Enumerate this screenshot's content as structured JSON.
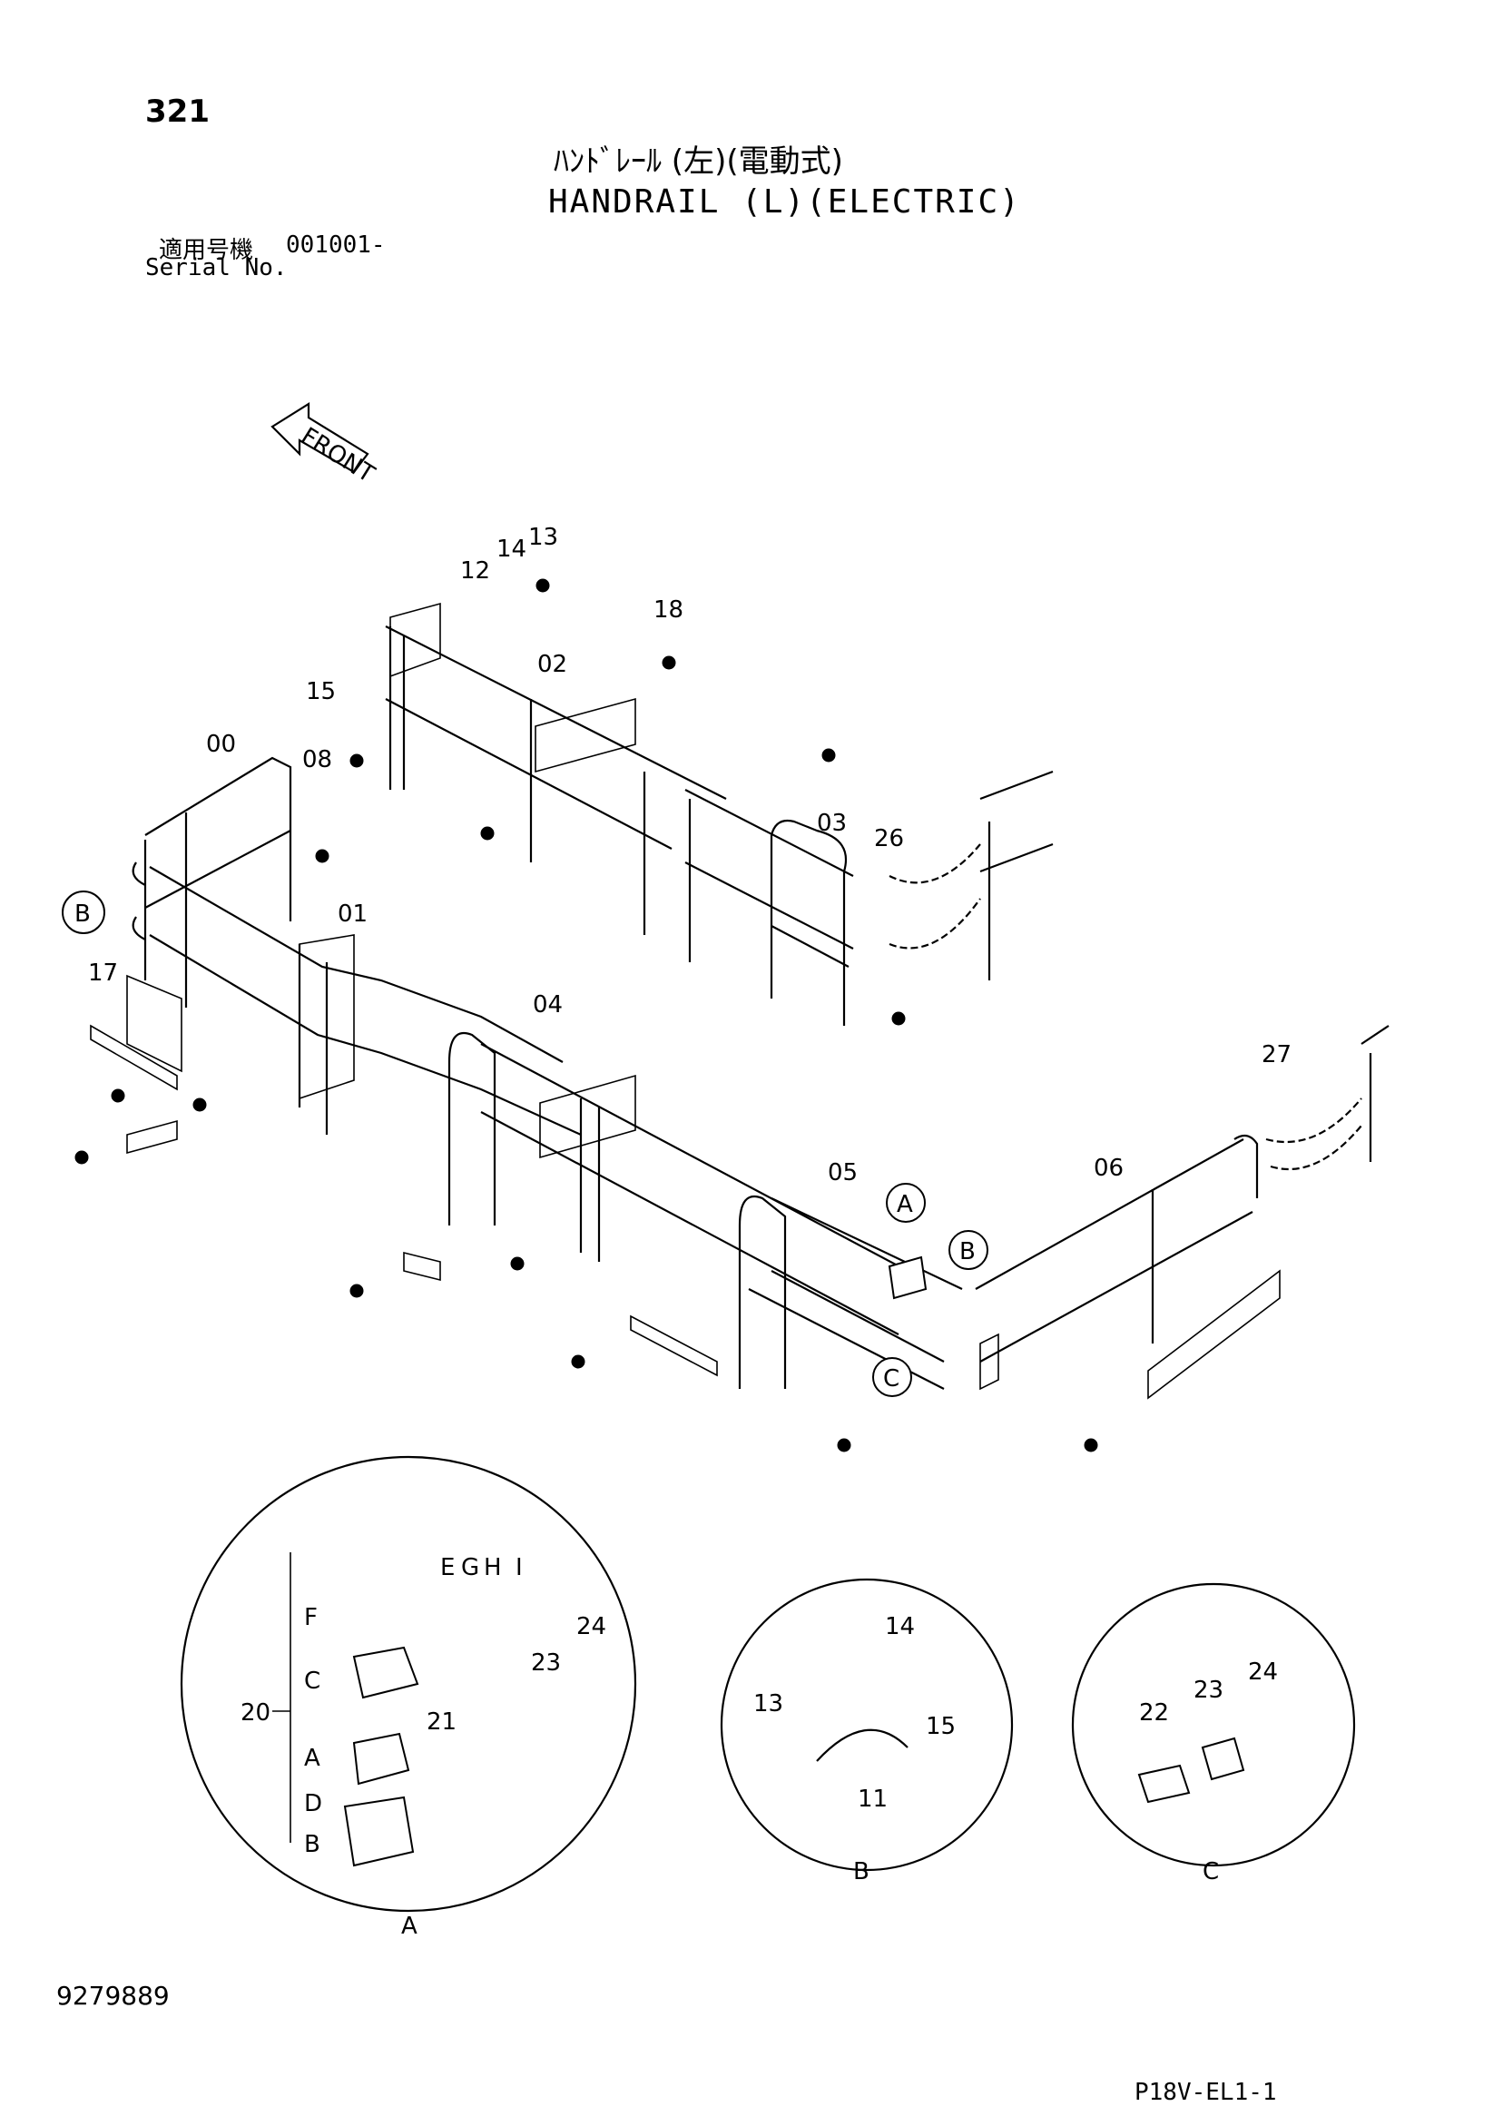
{
  "header": {
    "page_number": "321",
    "title_jp": "ﾊﾝﾄﾞﾚｰﾙ (左)(電動式)",
    "title_en": "HANDRAIL (L)(ELECTRIC)",
    "serial_label_jp": "適用号機",
    "serial_range": "001001-",
    "serial_label_en": "Serial No."
  },
  "front_indicator": "FRONT",
  "callouts": {
    "00": "00",
    "01": "01",
    "02": "02",
    "03": "03",
    "04": "04",
    "05": "05",
    "06": "06",
    "08": "08",
    "11": "11",
    "12": "12",
    "13": "13",
    "14": "14",
    "15": "15",
    "17": "17",
    "18": "18",
    "20": "20",
    "21": "21",
    "22": "22",
    "23": "23",
    "24": "24",
    "26": "26",
    "27": "27",
    "A": "A",
    "B": "B",
    "C": "C",
    "D": "D",
    "E": "E",
    "F": "F",
    "G": "G",
    "H": "H",
    "I": "I"
  },
  "footer": {
    "document_number": "9279889",
    "sheet_code": "P18V-EL1-1"
  }
}
